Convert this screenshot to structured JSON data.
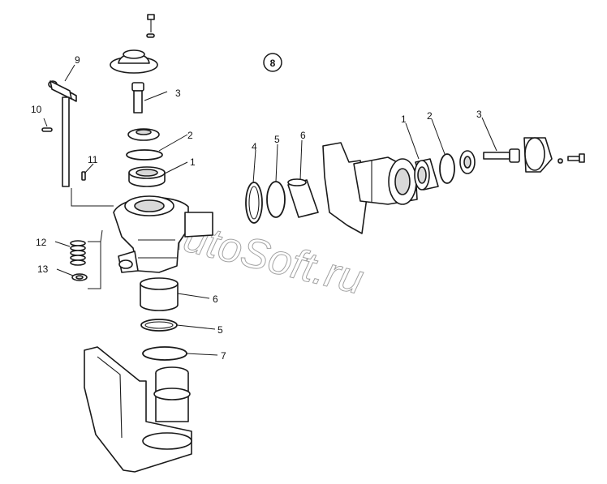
{
  "watermark": "AutoSoft.ru",
  "group_label": "8",
  "callouts": {
    "c9": "9",
    "c3_top": "3",
    "c10": "10",
    "c2_left": "2",
    "c11": "11",
    "c1_left": "1",
    "c12": "12",
    "c13": "13",
    "c4": "4",
    "c5_mid": "5",
    "c6_mid": "6",
    "c1_right": "1",
    "c2_right": "2",
    "c3_right": "3",
    "c6_low": "6",
    "c5_low": "5",
    "c7": "7"
  }
}
